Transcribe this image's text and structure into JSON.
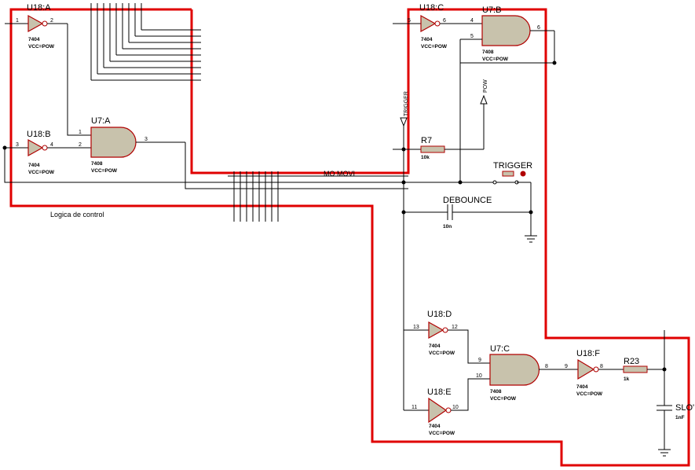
{
  "colors": {
    "block_border": "#e00000",
    "gate_fill": "#c8c2ac",
    "gate_outline": "#b00000",
    "wire": "#000000"
  },
  "labels": {
    "block_label": "Logica de control",
    "faint_label": "MO MOVI",
    "power_label": "POW",
    "trigger_terminal": "TRIGGER"
  },
  "components": {
    "u18a": {
      "ref": "U18:A",
      "part": "7404",
      "vcc": "VCC=POW",
      "pin_in": "1",
      "pin_out": "2"
    },
    "u18b": {
      "ref": "U18:B",
      "part": "7404",
      "vcc": "VCC=POW",
      "pin_in": "3",
      "pin_out": "4"
    },
    "u18c": {
      "ref": "U18:C",
      "part": "7404",
      "vcc": "VCC=POW",
      "pin_in": "5",
      "pin_out": "6"
    },
    "u18d": {
      "ref": "U18:D",
      "part": "7404",
      "vcc": "VCC=POW",
      "pin_in": "13",
      "pin_out": "12"
    },
    "u18e": {
      "ref": "U18:E",
      "part": "7404",
      "vcc": "VCC=POW",
      "pin_in": "11",
      "pin_out": "10"
    },
    "u18f": {
      "ref": "U18:F",
      "part": "7404",
      "vcc": "VCC=POW",
      "pin_in": "9",
      "pin_out": "8"
    },
    "u7a": {
      "ref": "U7:A",
      "part": "7408",
      "vcc": "VCC=POW",
      "pin_in1": "1",
      "pin_in2": "2",
      "pin_out": "3"
    },
    "u7b": {
      "ref": "U7:B",
      "part": "7408",
      "vcc": "VCC=POW",
      "pin_in1": "4",
      "pin_in2": "5",
      "pin_out": "6"
    },
    "u7c": {
      "ref": "U7:C",
      "part": "7408",
      "vcc": "VCC=POW",
      "pin_in1": "9",
      "pin_in2": "10",
      "pin_out": "8"
    },
    "r7": {
      "ref": "R7",
      "value": "10k"
    },
    "r23": {
      "ref": "R23",
      "value": "1k"
    },
    "debounce": {
      "ref": "DEBOUNCE",
      "value": "10n"
    },
    "trigger_button": {
      "ref": "TRIGGER"
    },
    "slot_cap": {
      "ref": "SLO'",
      "value": "1nF"
    }
  }
}
